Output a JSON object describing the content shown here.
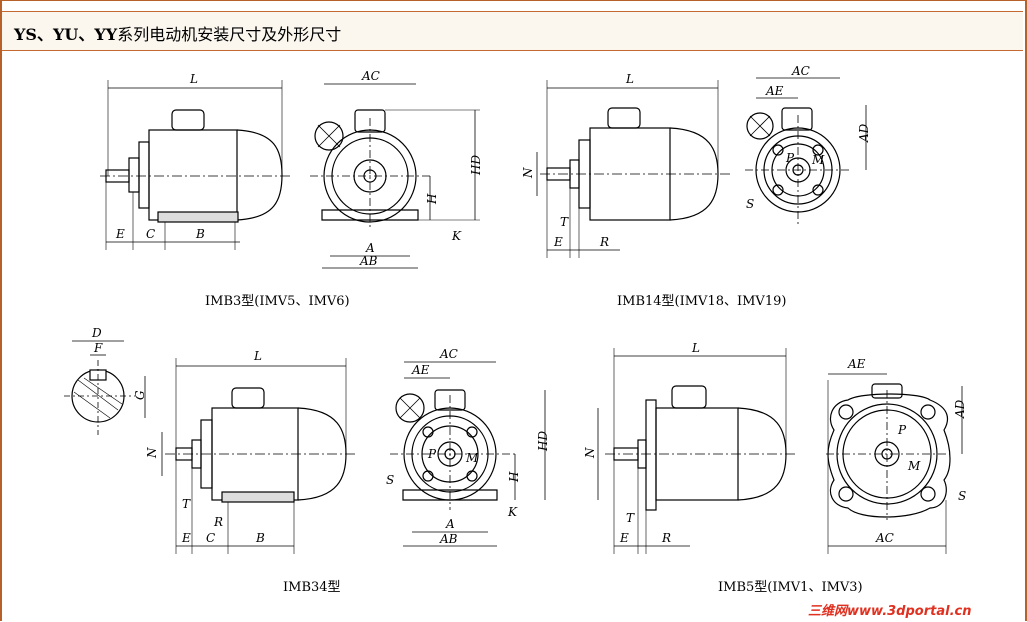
{
  "title": {
    "prefix": "YS、YU、YY",
    "text": "系列电动机安装尺寸及外形尺寸"
  },
  "captions": {
    "imb3": "IMB3型(IMV5、IMV6)",
    "imb14": "IMB14型(IMV18、IMV19)",
    "imb34": "IMB34型",
    "imb5": "IMB5型(IMV1、IMV3)"
  },
  "dimension_labels": {
    "L": "L",
    "AC": "AC",
    "AE": "AE",
    "AD": "AD",
    "HD": "HD",
    "H": "H",
    "A": "A",
    "AB": "AB",
    "K": "K",
    "B": "B",
    "C": "C",
    "E": "E",
    "N": "N",
    "T": "T",
    "R": "R",
    "S": "S",
    "P": "P",
    "M": "M",
    "D": "D",
    "F": "F",
    "G": "G"
  },
  "watermark": "三维网www.3dportal.cn",
  "colors": {
    "border": "#b8602a",
    "title_bg": "#fbf7ef",
    "watermark": "#e03020"
  }
}
